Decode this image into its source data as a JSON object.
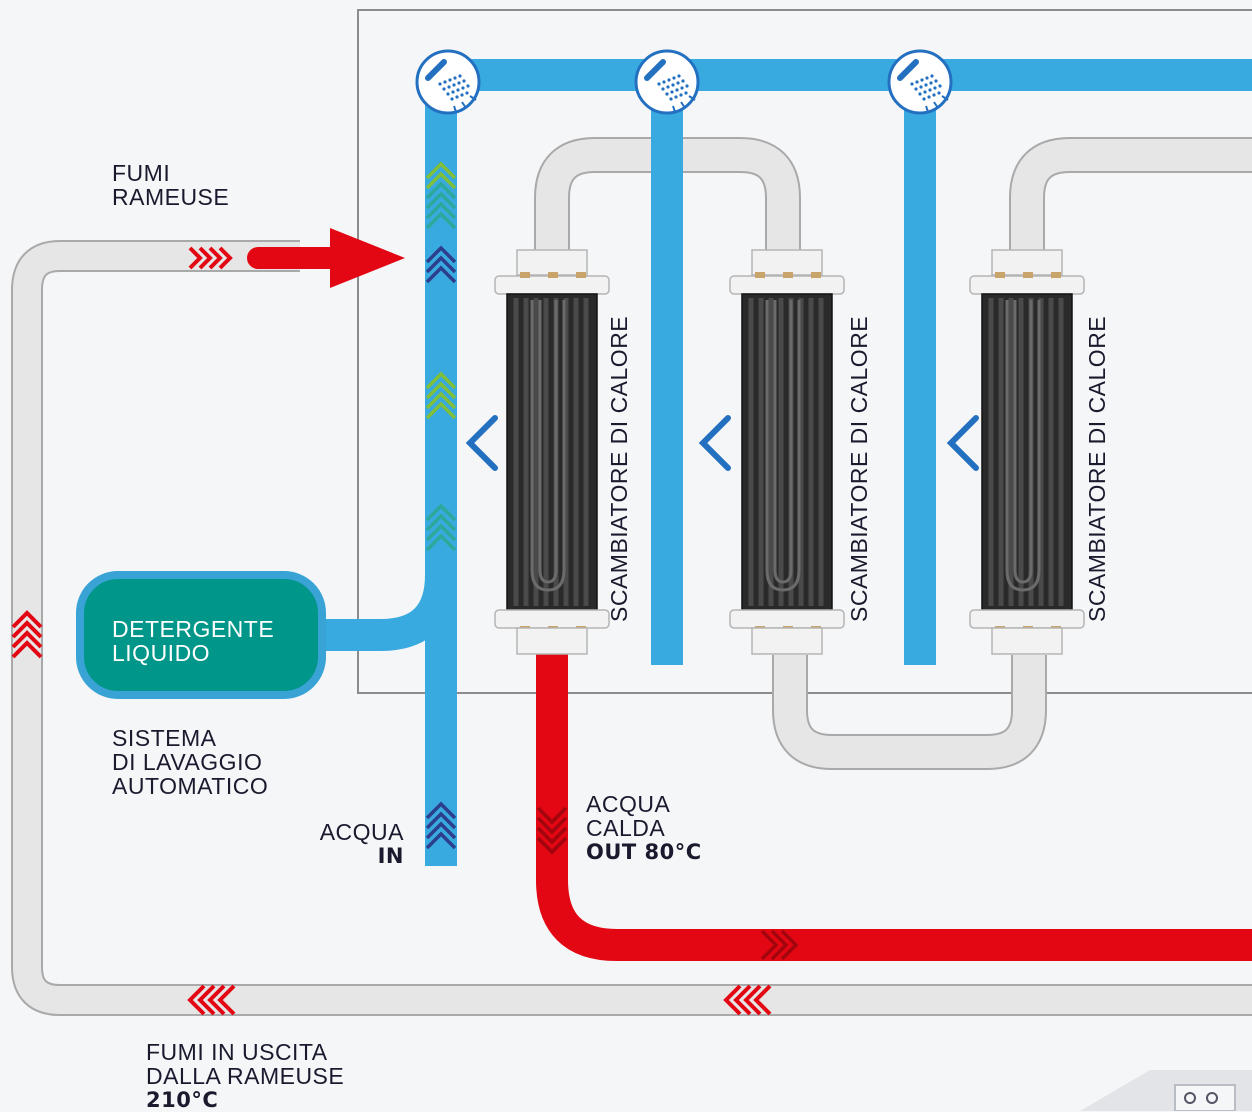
{
  "labels": {
    "fumi_rameuse": [
      "FUMI",
      "RAMEUSE"
    ],
    "detergente": [
      "DETERGENTE",
      "LIQUIDO"
    ],
    "sistema": [
      "SISTEMA",
      "DI LAVAGGIO",
      "AUTOMATICO"
    ],
    "acqua_in": {
      "line1": "ACQUA",
      "line2": "IN"
    },
    "acqua_calda": {
      "line1": "ACQUA",
      "line2": "CALDA",
      "line3": "OUT 80°C"
    },
    "fumi_uscita": {
      "line1": "FUMI IN USCITA",
      "line2": "DALLA RAMEUSE",
      "line3": "210°C"
    },
    "exchangers": [
      "SCAMBIATORE DI CALORE",
      "SCAMBIATORE DI CALORE",
      "SCAMBIATORE DI CALORE"
    ]
  },
  "colors": {
    "water": "#38aadf",
    "hot_water": "#e30613",
    "smoke_pipe": "#e6e6e6",
    "pipe_outline": "#a9a9a9",
    "tank": "#00968a",
    "tank_border": "#3aa3d6",
    "exchanger_body": "#2a2a2a",
    "cap": "#f2f2f2",
    "chevron_blue": "#2370c0",
    "background": "#f5f6f8"
  },
  "icons": [
    "shower-head-icon",
    "shower-head-icon",
    "shower-head-icon"
  ]
}
